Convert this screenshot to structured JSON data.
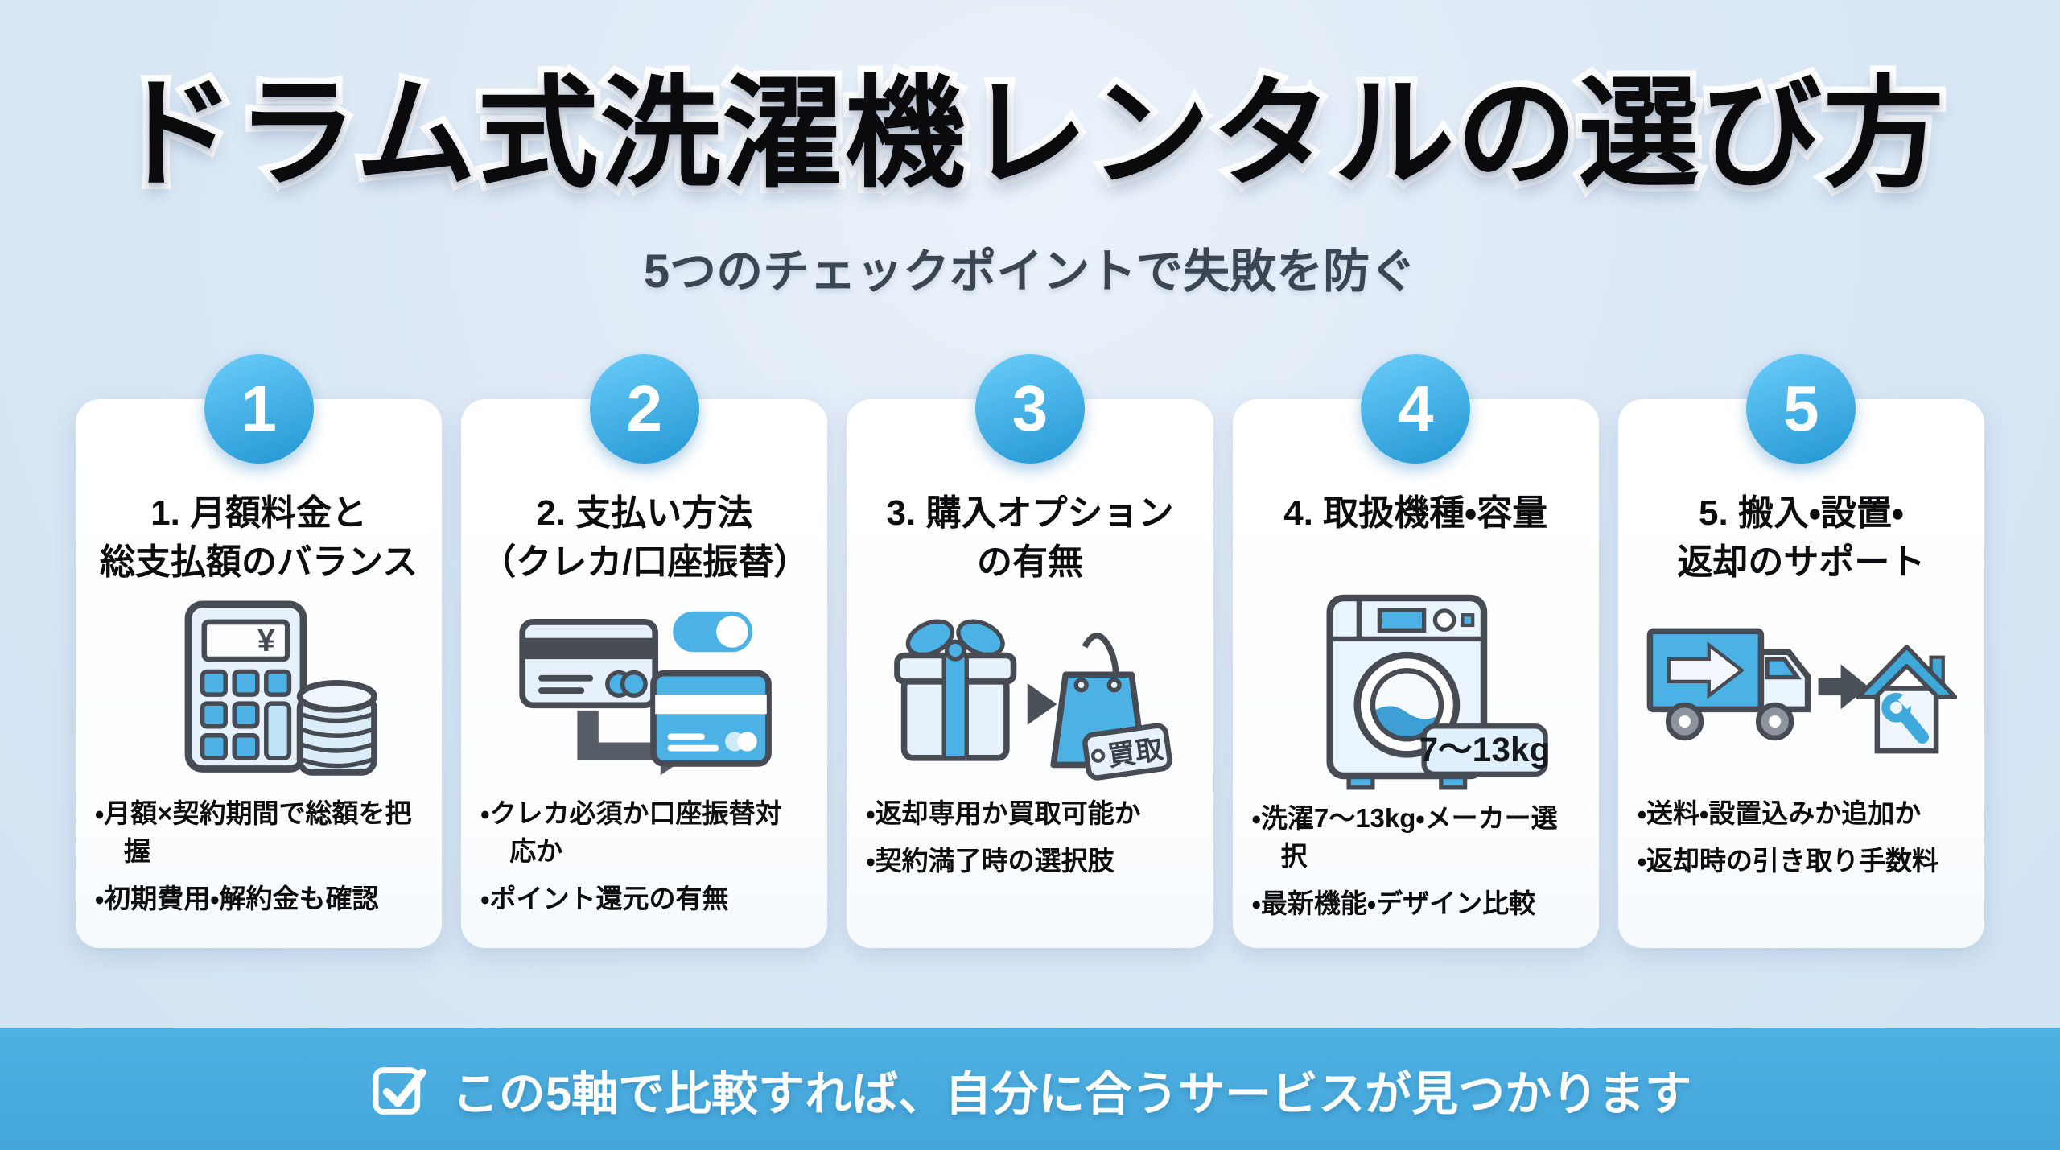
{
  "header": {
    "title": "ドラム式洗濯機レンタルの選び方",
    "subtitle": "5つのチェックポイントで失敗を防ぐ"
  },
  "ui": {
    "bullet_char": "・"
  },
  "cards": [
    {
      "number": "1",
      "heading_line1": "1. 月額料金と",
      "heading_line2": "総支払額のバランス",
      "icon": "calculator-coins-icon",
      "bullets": [
        "月額×契約期間で総額を把握",
        "初期費用・解約金も確認"
      ]
    },
    {
      "number": "2",
      "heading_line1": "2. 支払い方法",
      "heading_line2": "（クレカ/口座振替）",
      "icon": "credit-card-toggle-icon",
      "bullets": [
        "クレカ必須か口座振替対応か",
        "ポイント還元の有無"
      ]
    },
    {
      "number": "3",
      "heading_line1": "3. 購入オプション",
      "heading_line2": "の有無",
      "icon": "gift-to-bag-icon",
      "bullets": [
        "返却専用か買取可能か",
        "契約満了時の選択肢"
      ]
    },
    {
      "number": "4",
      "heading_line1": "4. 取扱機種・容量",
      "heading_line2": "",
      "icon": "washing-machine-icon",
      "bullets": [
        "洗濯7〜13kg・メーカー選択",
        "最新機能・デザイン比較"
      ]
    },
    {
      "number": "5",
      "heading_line1": "5. 搬入・設置・",
      "heading_line2": "返却のサポート",
      "icon": "truck-to-house-icon",
      "bullets": [
        "送料・設置込みか追加か",
        "返却時の引き取り手数料"
      ]
    }
  ],
  "icon_labels": {
    "yen": "¥",
    "buyback": "買取",
    "capacity": "7〜13kg"
  },
  "footer": {
    "text": "この5軸で比較すれば、自分に合うサービスが見つかります"
  },
  "colors": {
    "accent_blue": "#44abdf",
    "light_blue_fill": "#e4f0fa",
    "outline_dark": "#474c54",
    "circle_gradient_top": "#63c8f6",
    "circle_gradient_bottom": "#2a9bd7",
    "banner_blue": "#48aadd",
    "background_top": "#ebf2fa",
    "background_bottom": "#cfe2f2"
  }
}
